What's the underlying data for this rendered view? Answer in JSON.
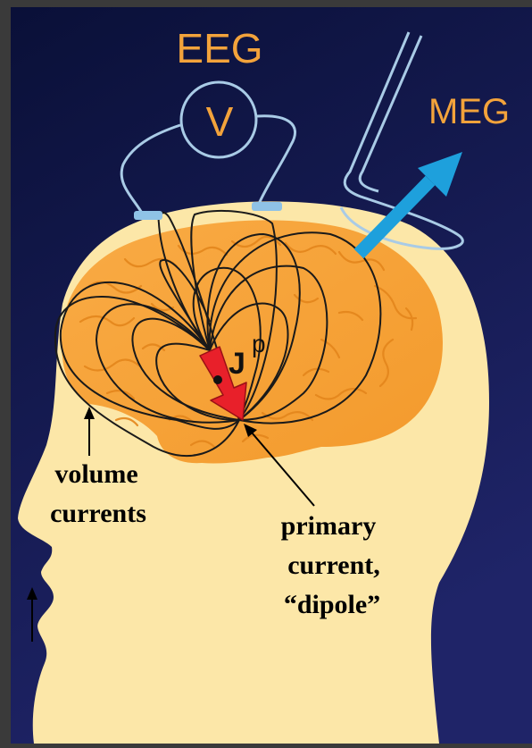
{
  "labels": {
    "eeg": "EEG",
    "voltmeter": "V",
    "meg": "MEG",
    "jp_base": "J",
    "jp_sup": "p",
    "volume_line1": "volume",
    "volume_line2": "currents",
    "primary_line1": "primary",
    "primary_line2": "current,",
    "primary_line3": "“dipole”"
  },
  "colors": {
    "background_top": "#0c1240",
    "background_bottom": "#1d2266",
    "frame": "#3a3a3a",
    "head": "#fce7a8",
    "brain": "#f7a23b",
    "brain_folds": "#e58a1f",
    "wire": "#a9cbe6",
    "meg_arrow": "#1ea0dc",
    "dipole": "#e8202a",
    "label_orange": "#f3a33b"
  }
}
